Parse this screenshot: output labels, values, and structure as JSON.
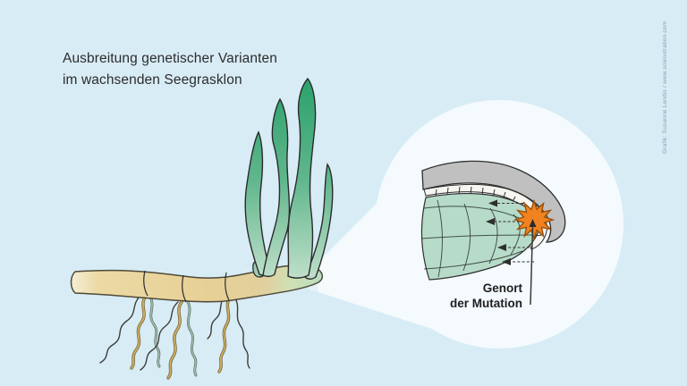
{
  "title": {
    "line1": "Ausbreitung genetischer Varianten",
    "line2": "im wachsenden Seegrasklon"
  },
  "credit": "Grafik: Susanne Landis / www.scienstration.com",
  "inset_label": {
    "line1": "Genort",
    "line2": "der Mutation"
  },
  "illustration": {
    "subject": "seagrass clone with rhizome, roots and leaf blades",
    "inset_subject": "magnified growing tip (meristem) with cell grid",
    "mutation_marker": "orange starburst at mutation site",
    "growth_arrows": "dashed arrows pointing away from the growing tip"
  },
  "colors": {
    "background": "#d8ecf6",
    "inset_circle": "#f4fafd",
    "beam_wedge": "#f5fafd",
    "tip_halo": "#e6f2fa",
    "leaf_green_dark": "#2aa16b",
    "leaf_green_light": "#c2e0cc",
    "rhizome_tan": "#e7d096",
    "rhizome_tip_green": "#b9dcc2",
    "meristem_green": "#b7dbc9",
    "cap_gray": "#c0c0c0",
    "cell_row_white": "#f7f5ef",
    "mutation_orange": "#f0831f",
    "mutation_orange_outline": "#9c4f08",
    "text_dark": "#2c2c2c",
    "credit_gray": "#8da0ac"
  }
}
